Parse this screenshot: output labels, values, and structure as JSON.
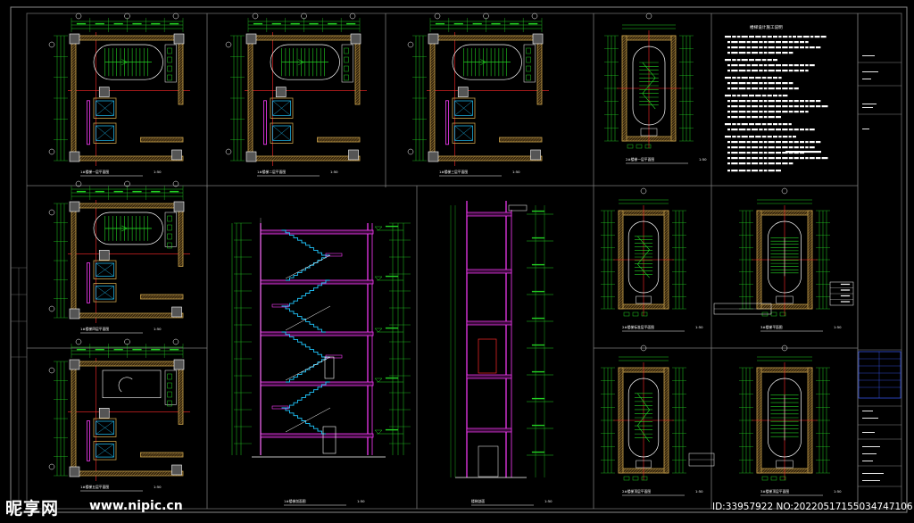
{
  "drawing": {
    "background": "#000000",
    "colors": {
      "frame": "#9a9a9a",
      "wall": "#c8a04a",
      "green": "#23d023",
      "red": "#ff2a2a",
      "magenta": "#ff3cff",
      "cyan": "#20c8ff",
      "white": "#ffffff",
      "blue": "#3a5cff",
      "yellow": "#e8e83a"
    },
    "sheets": [
      {
        "label": "1#楼梯一层平面图",
        "scale": "1:50"
      },
      {
        "label": "1#楼梯二层平面图",
        "scale": "1:50"
      },
      {
        "label": "1#楼梯三层平面图",
        "scale": "1:50"
      },
      {
        "label": "1#楼梯四层平面图",
        "scale": "1:50"
      },
      {
        "label": "1#楼梯五层平面图",
        "scale": "1:50"
      },
      {
        "label": "1#楼梯剖面图",
        "scale": "1:50"
      },
      {
        "label": "楼梯剖面",
        "scale": "1:50"
      },
      {
        "label": "2#楼梯一层平面图",
        "scale": "1:50"
      },
      {
        "label": "楼梯设计说明",
        "scale": ""
      },
      {
        "label": "2#楼梯标准层平面图",
        "scale": "1:50"
      },
      {
        "label": "3#楼梯平面图",
        "scale": "1:50"
      },
      {
        "label": "2#楼梯顶层平面图",
        "scale": "1:50"
      },
      {
        "label": "3#楼梯顶层平面图",
        "scale": "1:50"
      }
    ],
    "notes_title": "楼梯设计施工说明"
  },
  "watermark": {
    "logo": "昵享网",
    "url": "www.nipic.cn",
    "id": "ID:33957922 NO:20220517155034747106"
  }
}
